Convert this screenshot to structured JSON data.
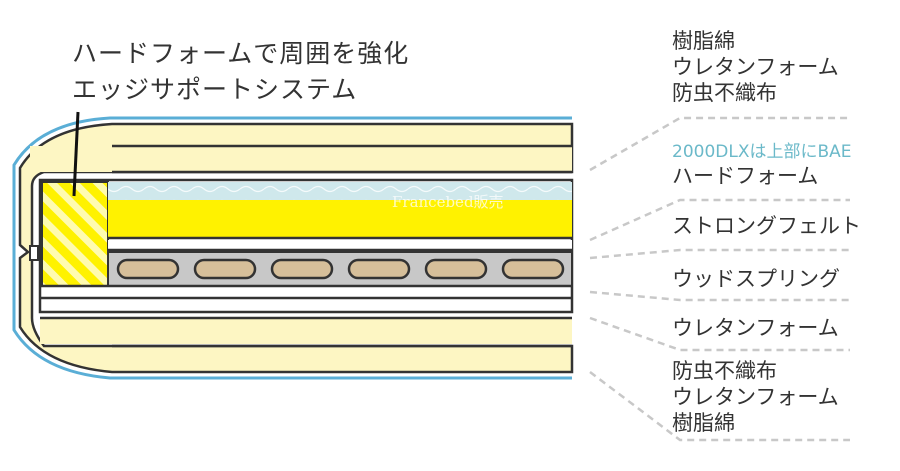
{
  "title": {
    "line1": "ハードフォームで周囲を強化",
    "line2": "エッジサポートシステム"
  },
  "labels": {
    "top_group": [
      "樹脂綿",
      "ウレタンフォーム",
      "防虫不織布"
    ],
    "bae_note": "2000DLXは上部にBAE",
    "hard_foam": "ハードフォーム",
    "strong_felt": "ストロングフェルト",
    "wood_spring": "ウッドスプリング",
    "urethane": "ウレタンフォーム",
    "bottom_group": [
      "防虫不織布",
      "ウレタンフォーム",
      "樹脂綿"
    ]
  },
  "watermark": "Francebed販売",
  "colors": {
    "padding_yellow": "#fdf6c3",
    "foam_yellow": "#fff200",
    "outline": "#333333",
    "cover_blue": "#5aaed6",
    "bae_blue": "#cfe8ec",
    "spring_tan": "#d6bf9a",
    "spring_bg": "#c8c8c8",
    "accent_text": "#6bb9c9",
    "leader_gray": "#c8c8c8"
  },
  "spring_count": 6
}
